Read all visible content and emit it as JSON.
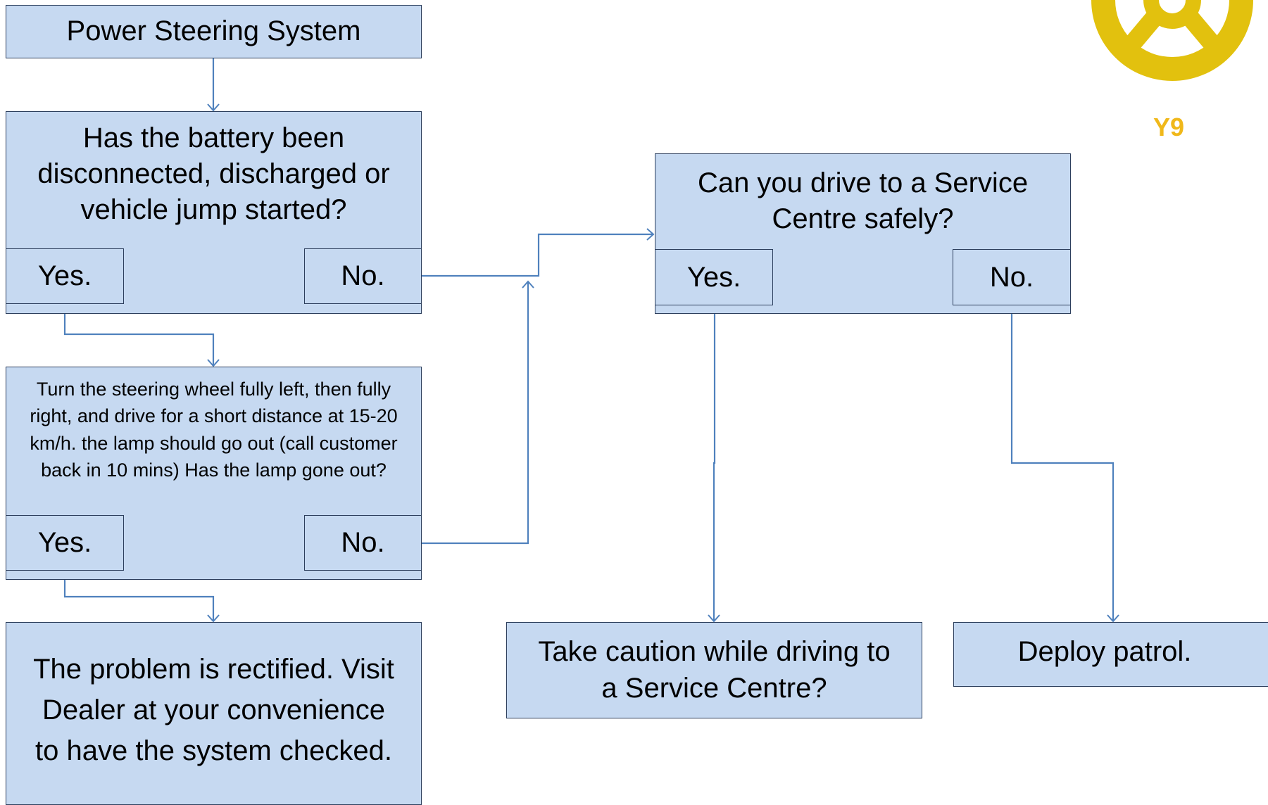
{
  "title": "Power Steering System",
  "logo": {
    "icon": "steering-wheel-icon",
    "color": "#e2c10e",
    "label": "Y9",
    "label_color": "#f0b81a"
  },
  "colors": {
    "box_fill": "#c6d9f1",
    "box_border": "#2c3e5c",
    "arrow": "#4f81bd"
  },
  "q1": {
    "text": "Has the battery been disconnected, discharged or vehicle jump started?",
    "yes": "Yes.",
    "no": "No."
  },
  "q2": {
    "text": "Turn the steering wheel fully left, then fully right, and drive for a short distance at 15-20 km/h. the lamp should go out (call customer back in 10 mins) Has the lamp gone out?",
    "yes": "Yes.",
    "no": "No."
  },
  "q3": {
    "text": "Can you drive to a Service Centre safely?",
    "yes": "Yes.",
    "no": "No."
  },
  "result_rectified": "The problem is rectified. Visit Dealer at your convenience to have the system checked.",
  "result_caution": "Take caution while driving to a Service Centre?",
  "result_patrol": "Deploy patrol."
}
